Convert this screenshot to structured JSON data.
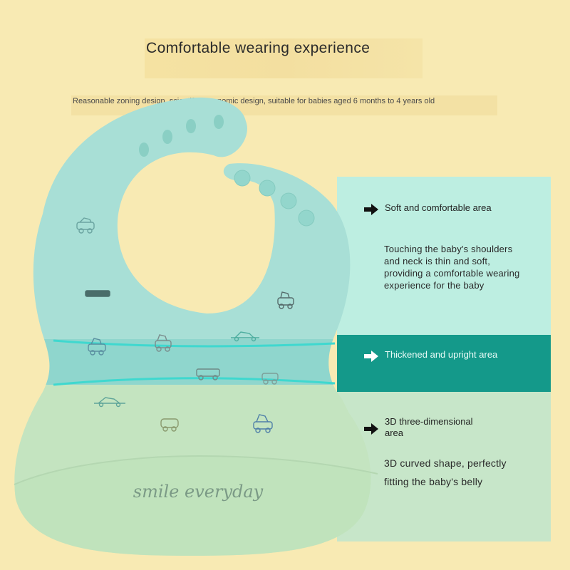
{
  "title": "Comfortable wearing experience",
  "subtitle": "Reasonable zoning design, scientific ergonomic design, suitable for babies aged 6 months to 4 years old",
  "bib_print": "smile everyday",
  "zones": {
    "soft": {
      "label": "Soft and comfortable area",
      "description": "Touching the baby's shoulders and neck is thin and soft, providing a comfortable wearing experience for the baby"
    },
    "thick": {
      "label": "Thickened and upright area"
    },
    "curved": {
      "label": "3D three-dimensional area",
      "description": "3D curved shape, perfectly fitting the baby's belly"
    }
  },
  "colors": {
    "background": "#f8eab3",
    "soft_panel": "#bdeee1",
    "thick_panel": "#14998a",
    "curved_panel": "#c7e6c9",
    "bib_upper": "#a8dfd6",
    "bib_lower": "#c4e4c0"
  },
  "icons": [
    "arrow-right-icon",
    "car-icon"
  ]
}
